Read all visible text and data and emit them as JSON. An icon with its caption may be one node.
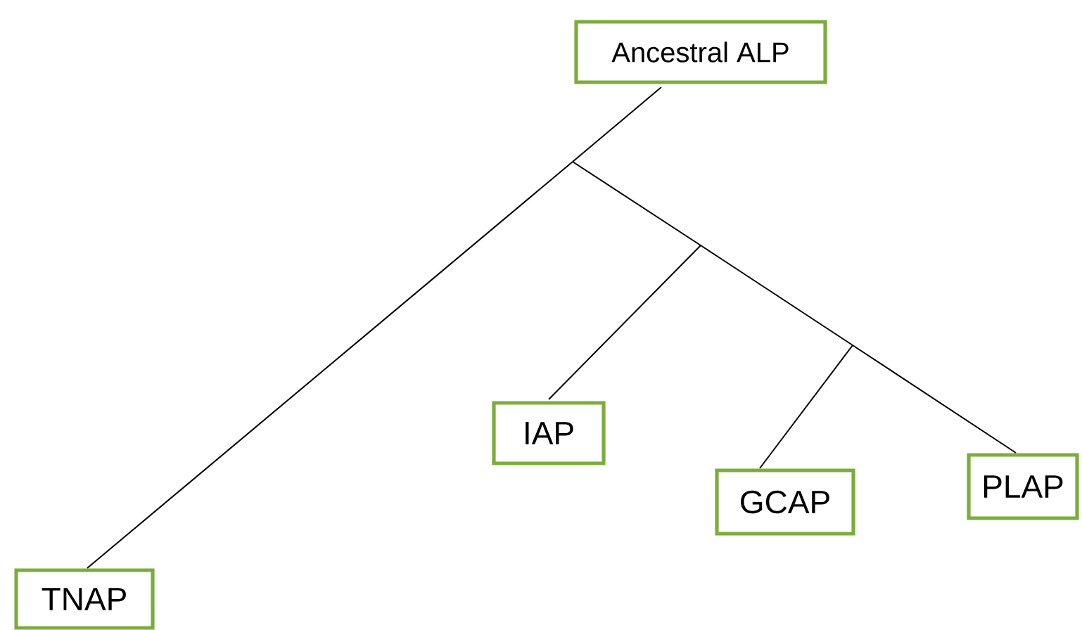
{
  "diagram": {
    "nodes": [
      {
        "text": [
          "Ancestral ALP"
        ]
      },
      {
        "text": [
          "TNAP"
        ]
      },
      {
        "text": [
          "IAP"
        ]
      },
      {
        "text": [
          "GCAP"
        ]
      },
      {
        "text": [
          "PLAP"
        ]
      }
    ],
    "edges": [
      {
        "from": 0,
        "to": 1,
        "arrow": "none"
      },
      {
        "from": 0,
        "to": 2,
        "arrow": "none"
      },
      {
        "from": 0,
        "to": 3,
        "arrow": "none"
      },
      {
        "from": 0,
        "to": 4,
        "arrow": "none"
      }
    ]
  }
}
